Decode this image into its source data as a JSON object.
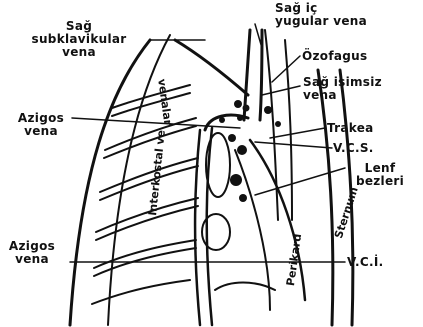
{
  "labels": {
    "sag_subklavikular_vena": "Sağ\nsubklavikular\nvena",
    "sag_ic_yugular_vena": "Sağ iç\nyugular vena",
    "ozofagus": "Özofagus",
    "sag_isimsiz_vena": "Sağ isimsiz\nvena",
    "azigos_vena_top": "Azigos\nvena",
    "trakea": "Trakea",
    "vcs": "V.C.S.",
    "lenf_bezleri": "Lenf\nbezleri",
    "azigos_vena_bottom": "Azigos\nvena",
    "vci": "V.C.İ."
  },
  "inner_labels": {
    "interkostal_venalar_upper": "venalar",
    "interkostal_venalar_lower": "İnterkostal ve",
    "perikard": "Perikard",
    "sternum": "Sternum"
  }
}
